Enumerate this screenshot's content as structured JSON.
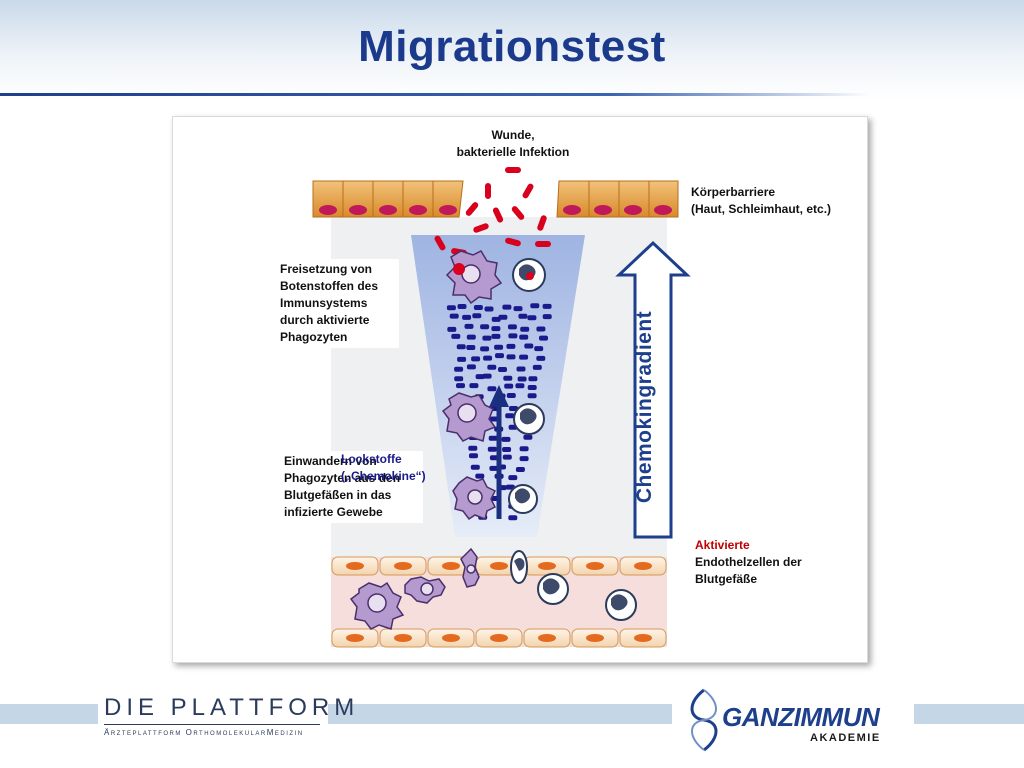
{
  "slide": {
    "title": "Migrationstest"
  },
  "diagram": {
    "label_wound": "Wunde,\nbakterielle Infektion",
    "label_barrier": "Körperbarriere\n(Haut, Schleimhaut, etc.)",
    "label_release": "Freisetzung von\nBotenstoffen des\nImmunsystems\ndurch aktivierte\nPhagozyten",
    "label_migration": "Einwandern von\nPhagozyten aus den\nBlutgefäßen in das\ninfizierte Gewebe",
    "label_lockstoffe": "Lockstoffe\n(„Chemokine“)",
    "label_activated": "Aktivierte",
    "label_endothelial": "Endothelzellen der\nBlutgefäße",
    "label_gradient": "Chemokingradient"
  },
  "footer": {
    "logo_left_main": "DIE PLATTFORM",
    "logo_left_sub": "Ärzteplattform OrthomolekularMedizin",
    "logo_right_main": "GANZIMMUN",
    "logo_right_sub": "AKADEMIE"
  },
  "colors": {
    "title": "#1b3a8c",
    "accent_red": "#c00000",
    "gradient_arrow": "#1d3f8c",
    "chemokine": "#1a1a8c",
    "barrier_cell": "#e8a23a"
  }
}
